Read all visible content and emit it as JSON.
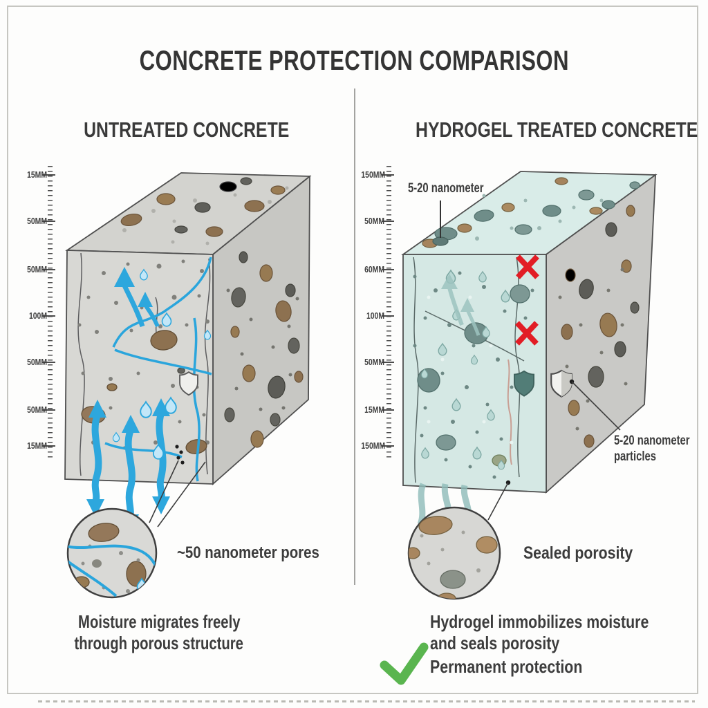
{
  "title": "CONCRETE PROTECTION COMPARISON",
  "left_panel": {
    "heading": "UNTREATED CONCRETE",
    "ruler_labels": [
      "15MM",
      "50MM",
      "50MM",
      "100M",
      "50MM",
      "50MM",
      "15MM"
    ],
    "pore_annotation": "~50 nanometer pores",
    "caption": [
      "Moisture migrates freely",
      "through porous structure"
    ]
  },
  "right_panel": {
    "heading": "HYDROGEL TREATED CONCRETE",
    "ruler_labels": [
      "150MM",
      "50MM",
      "60MM",
      "100M",
      "50MM",
      "15MM",
      "150MM"
    ],
    "surface_annotation": "5-20 nanometer",
    "particle_annotation": [
      "5-20 nanometer",
      "particles"
    ],
    "sealed_annotation": "Sealed porosity",
    "caption": [
      "Hydrogel immobilizes moisture",
      "and seals porosity"
    ],
    "benefit": "Permanent protection"
  },
  "icons": [
    "shield-icon",
    "red-x-icon",
    "green-check-icon",
    "magnifier-circle",
    "ruler",
    "moisture-arrow",
    "water-drop"
  ],
  "colors": {
    "moisture_blue": "#2da7dd",
    "hydrogel_teal": "#d5e8e4",
    "concrete_gray": "#d8d8d4",
    "blocked_red": "#e21d25",
    "check_green": "#5ab54f",
    "text_dark": "#3a3a3a"
  }
}
